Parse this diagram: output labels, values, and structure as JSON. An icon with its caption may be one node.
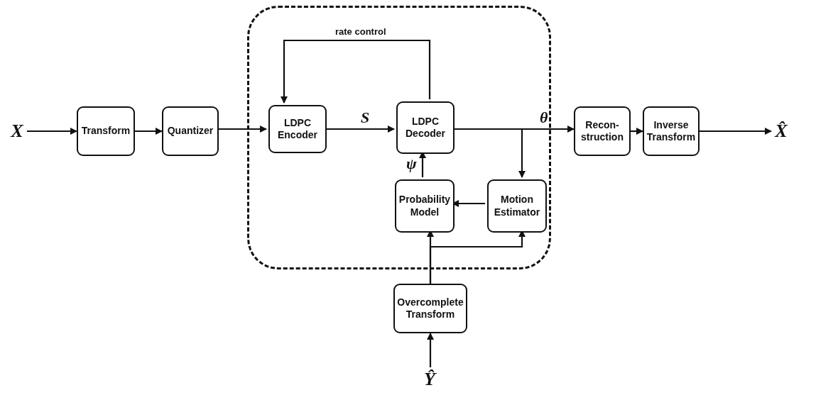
{
  "diagram": {
    "nodes": [
      {
        "text": [
          "X"
        ]
      },
      {
        "text": [
          "Transform"
        ]
      },
      {
        "text": [
          "Quantizer"
        ]
      },
      {
        "text": [],
        "shape": "box"
      },
      {
        "text": [
          "LDPC Encoder"
        ],
        "in": 3
      },
      {
        "text": [
          "LDPC Decoder"
        ],
        "in": 3
      },
      {
        "text": [
          "Probability Model"
        ],
        "in": 3
      },
      {
        "text": [
          "Motion Estimator"
        ],
        "in": 3
      },
      {
        "text": [
          "Recon- struction"
        ]
      },
      {
        "text": [
          "Inverse Transform"
        ]
      },
      {
        "text": [
          "X̂"
        ]
      },
      {
        "text": [
          "Overcomplete Transform"
        ]
      },
      {
        "text": [
          "Ŷ"
        ]
      }
    ],
    "edges": [
      {
        "from": 0,
        "to": 1,
        "arrow": "to"
      },
      {
        "from": 1,
        "to": 2,
        "arrow": "to"
      },
      {
        "from": 2,
        "to": 4,
        "arrow": "to"
      },
      {
        "from": 4,
        "to": 5,
        "arrow": "to",
        "label": "S"
      },
      {
        "from": 5,
        "to": 4,
        "arrow": "to",
        "label": "rate control"
      },
      {
        "from": 5,
        "to": 8,
        "arrow": "to",
        "label": "θ"
      },
      {
        "from": 8,
        "to": 9,
        "arrow": "to"
      },
      {
        "from": 9,
        "to": 10,
        "arrow": "to"
      },
      {
        "from": 5,
        "to": 7,
        "arrow": "to"
      },
      {
        "from": 7,
        "to": 6,
        "arrow": "to"
      },
      {
        "from": 6,
        "to": 5,
        "arrow": "to",
        "label": "ψ"
      },
      {
        "from": 11,
        "to": 6,
        "arrow": "to"
      },
      {
        "from": 11,
        "to": 7,
        "arrow": "to"
      },
      {
        "from": 12,
        "to": 11,
        "arrow": "to"
      }
    ]
  }
}
